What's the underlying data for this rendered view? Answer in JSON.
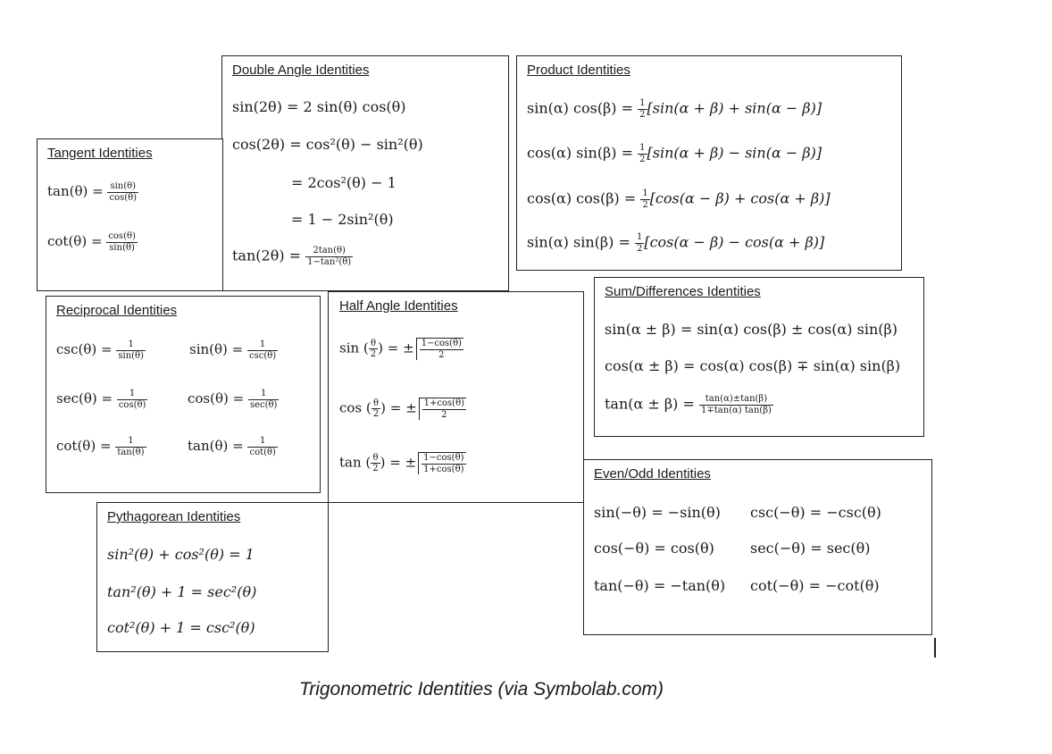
{
  "double_angle": {
    "title": "Double Angle Identities",
    "l1": "sin(2θ) = 2 sin(θ) cos(θ)",
    "l2": "cos(2θ) = cos²(θ) − sin²(θ)",
    "l3": "= 2cos²(θ) − 1",
    "l4": "= 1 − 2sin²(θ)",
    "l5_lhs": "tan(2θ) =",
    "l5_num": "2tan(θ)",
    "l5_den": "1−tan²(θ)"
  },
  "product": {
    "title": "Product Identities",
    "l1_lhs": "sin(α) cos(β) =",
    "l1_rhs": "[sin(α + β) + sin(α − β)]",
    "l2_lhs": "cos(α) sin(β) =",
    "l2_rhs": "[sin(α + β) − sin(α − β)]",
    "l3_lhs": "cos(α) cos(β) =",
    "l3_rhs": "[cos(α − β) + cos(α + β)]",
    "l4_lhs": "sin(α) sin(β) =",
    "l4_rhs": "[cos(α − β) − cos(α + β)]",
    "half_num": "1",
    "half_den": "2"
  },
  "tangent": {
    "title": "Tangent Identities",
    "l1_lhs": "tan(θ) =",
    "l1_num": "sin(θ)",
    "l1_den": "cos(θ)",
    "l2_lhs": "cot(θ) =",
    "l2_num": "cos(θ)",
    "l2_den": "sin(θ)"
  },
  "reciprocal": {
    "title": "Reciprocal Identities",
    "one": "1",
    "a1_lhs": "csc(θ) =",
    "a1_den": "sin(θ)",
    "a2_lhs": "sec(θ) =",
    "a2_den": "cos(θ)",
    "a3_lhs": "cot(θ) =",
    "a3_den": "tan(θ)",
    "b1_lhs": "sin(θ) =",
    "b1_den": "csc(θ)",
    "b2_lhs": "cos(θ) =",
    "b2_den": "sec(θ)",
    "b3_lhs": "tan(θ) =",
    "b3_den": "cot(θ)"
  },
  "half_angle": {
    "title": "Half Angle Identities",
    "theta": "θ",
    "two": "2",
    "pm": "= ±",
    "l1_fn": "sin",
    "l1_num": "1−cos(θ)",
    "l1_den": "2",
    "l2_fn": "cos",
    "l2_num": "1+cos(θ)",
    "l2_den": "2",
    "l3_fn": "tan",
    "l3_num": "1−cos(θ)",
    "l3_den": "1+cos(θ)"
  },
  "sum_diff": {
    "title": "Sum/Differences Identities",
    "l1": "sin(α ± β) = sin(α) cos(β) ± cos(α) sin(β)",
    "l2": "cos(α ± β) = cos(α) cos(β) ∓ sin(α) sin(β)",
    "l3_lhs": "tan(α ± β) =",
    "l3_num": "tan(α)±tan(β)",
    "l3_den": "1∓tan(α) tan(β)"
  },
  "pythagorean": {
    "title": "Pythagorean Identities",
    "l1": "sin²(θ) + cos²(θ) = 1",
    "l2": "tan²(θ) + 1 = sec²(θ)",
    "l3": "cot²(θ) + 1 = csc²(θ)"
  },
  "even_odd": {
    "title": "Even/Odd Identities",
    "a1": "sin(−θ) = −sin(θ)",
    "b1": "csc(−θ) = −csc(θ)",
    "a2": "cos(−θ) = cos(θ)",
    "b2": "sec(−θ) = sec(θ)",
    "a3": "tan(−θ) = −tan(θ)",
    "b3": "cot(−θ) = −cot(θ)"
  },
  "caption": "Trigonometric Identities (via Symbolab.com)"
}
